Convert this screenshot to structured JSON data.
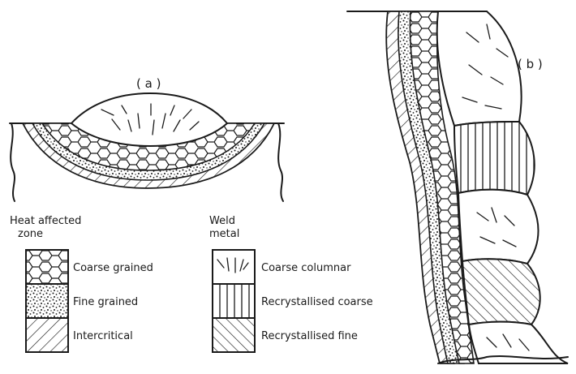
{
  "figure": {
    "panel_a_label": "( a )",
    "panel_b_label": "( b )"
  },
  "legend": {
    "haz_title_line1": "Heat affected",
    "haz_title_line2": "zone",
    "weld_title_line1": "Weld",
    "weld_title_line2": "metal",
    "haz_items": [
      {
        "label": "Coarse grained",
        "pattern": "coarse-grained"
      },
      {
        "label": "Fine grained",
        "pattern": "fine-grained"
      },
      {
        "label": "Intercritical",
        "pattern": "intercritical"
      }
    ],
    "weld_items": [
      {
        "label": "Coarse columnar",
        "pattern": "coarse-columnar"
      },
      {
        "label": "Recrystallised coarse",
        "pattern": "recrystallised-coarse"
      },
      {
        "label": "Recrystallised fine",
        "pattern": "recrystallised-fine"
      }
    ]
  },
  "colors": {
    "ink": "#1a1a1a",
    "paper": "#ffffff"
  }
}
